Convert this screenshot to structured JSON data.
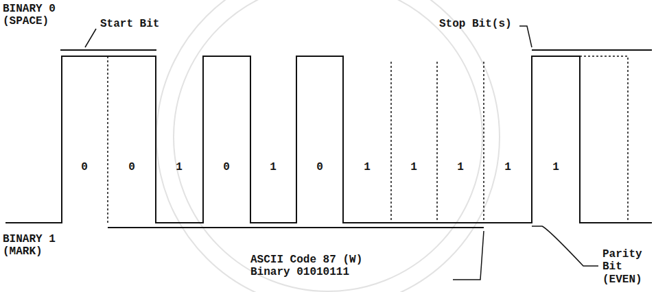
{
  "diagram": {
    "labels": [
      "BINARY 0 (SPACE)",
      "Start Bit",
      "Stop Bit(s)",
      "0",
      "0",
      "1",
      "0",
      "1",
      "0",
      "1",
      "1",
      "1",
      "1",
      "1",
      "BINARY 1 (MARK)",
      "ASCII Code 87 (W) Binary 01010111",
      "Parity Bit (EVEN)"
    ]
  }
}
